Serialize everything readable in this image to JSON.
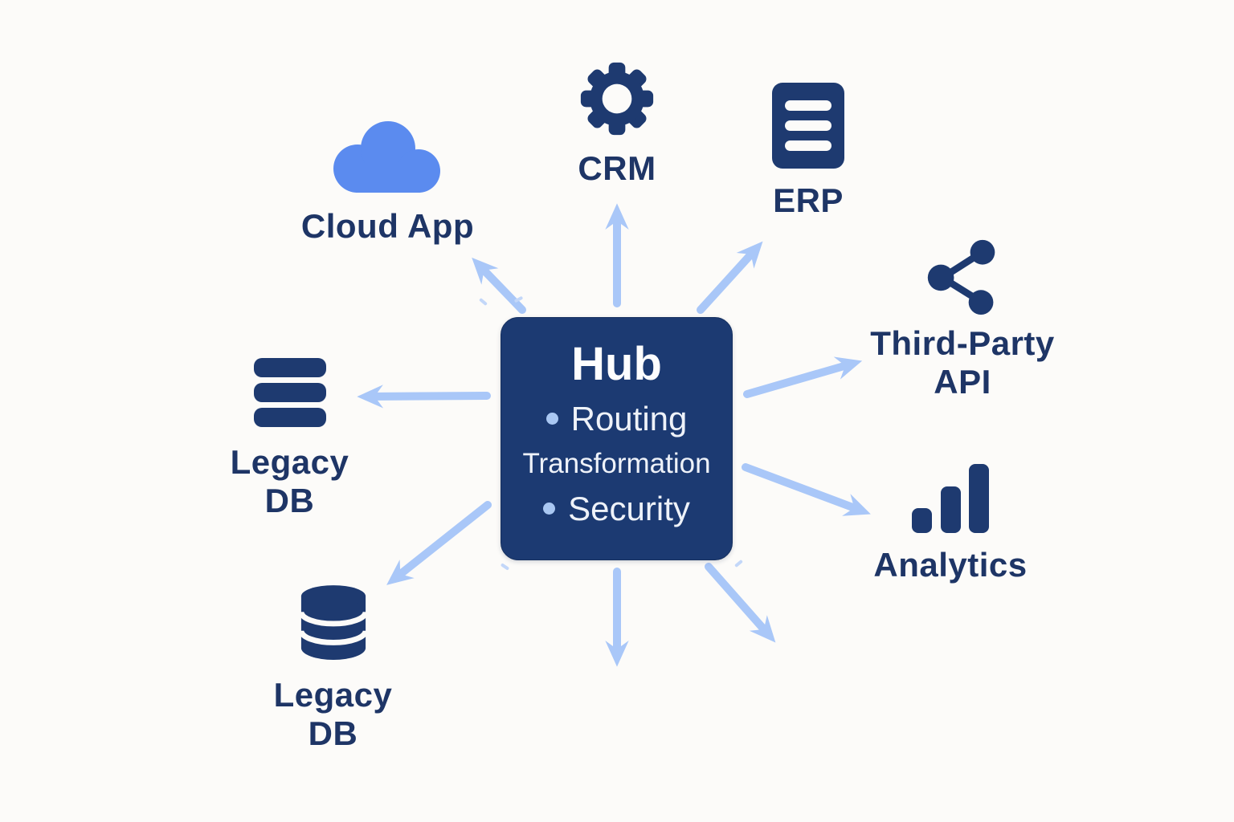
{
  "diagram": {
    "hub": {
      "title": "Hub",
      "features": [
        "Routing",
        "Transformation",
        "Security"
      ]
    },
    "nodes": {
      "cloud_app": {
        "label": "Cloud App",
        "icon": "cloud-icon"
      },
      "crm": {
        "label": "CRM",
        "icon": "gear-icon"
      },
      "erp": {
        "label": "ERP",
        "icon": "document-lines-icon"
      },
      "third_party_api": {
        "label": "Third-Party API",
        "icon": "share-nodes-icon"
      },
      "analytics": {
        "label": "Analytics",
        "icon": "bar-chart-icon"
      },
      "legacy_db_servers": {
        "label": "Legacy DB",
        "icon": "server-stack-icon"
      },
      "legacy_db_cylinder": {
        "label": "Legacy DB",
        "icon": "database-cylinder-icon"
      }
    },
    "colors": {
      "hub_fill": "#1c3a72",
      "hub_text": "#eef2f9",
      "bullet": "#a9c7f2",
      "icon_navy": "#1e3a70",
      "label_text": "#1e3566",
      "arrow": "#a9c7f8",
      "cloud_blue": "#5b8bef",
      "background": "#fcfbf9"
    }
  }
}
